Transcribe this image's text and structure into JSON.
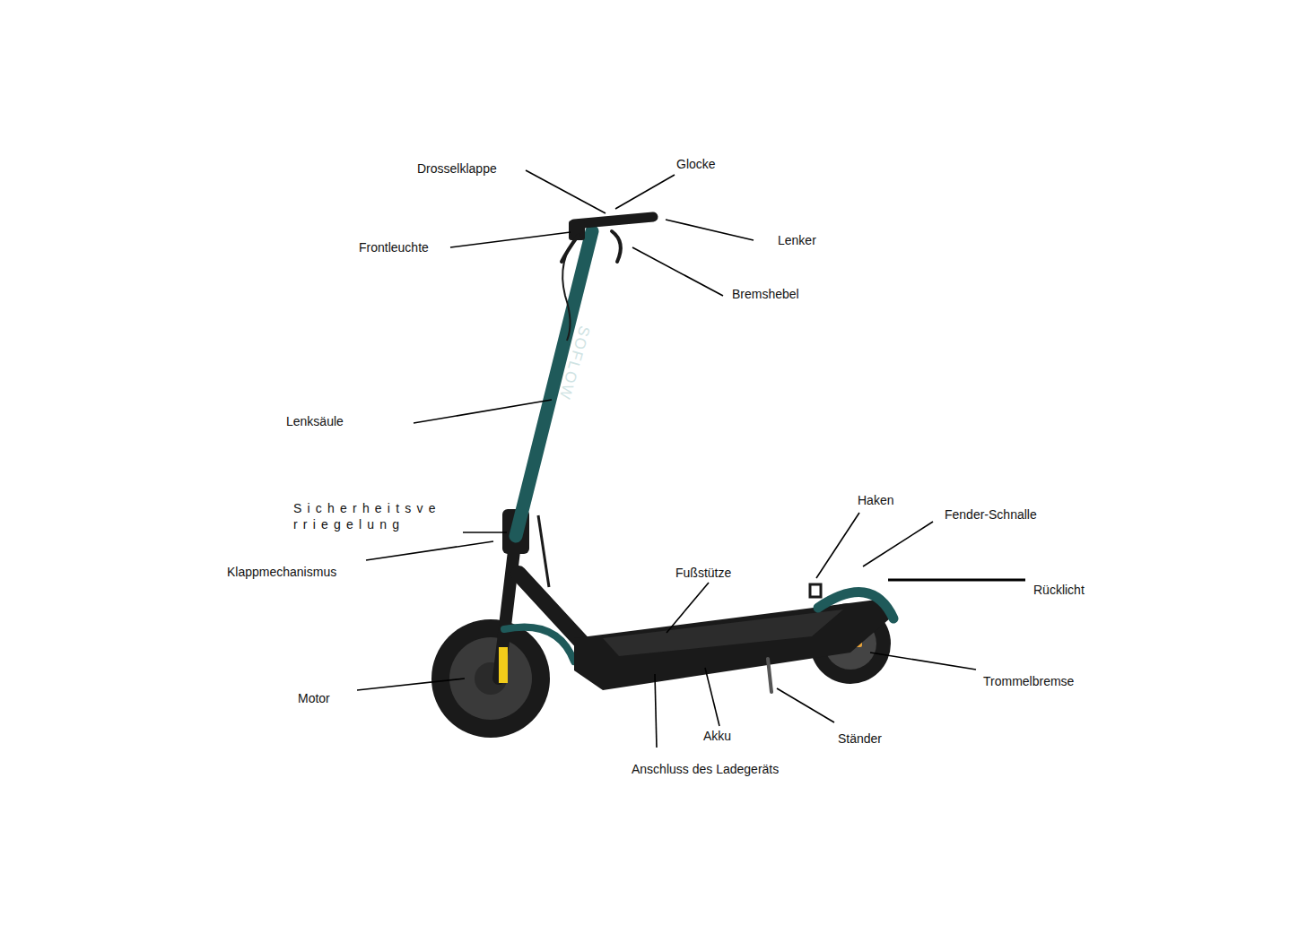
{
  "diagram": {
    "labels": [
      "Drosselklappe",
      "Glocke",
      "Lenker",
      "Frontleuchte",
      "Bremshebel",
      "SOFLOW",
      "Lenksäule",
      "Sicherheitsve rriegelung",
      "Klappmechanismus",
      "Haken",
      "Fender-Schnalle",
      "Rücklicht",
      "Fußstütze",
      "Motor",
      "Trommelbremse",
      "Akku",
      "Ständer",
      "Anschluss des Ladegeräts"
    ]
  }
}
